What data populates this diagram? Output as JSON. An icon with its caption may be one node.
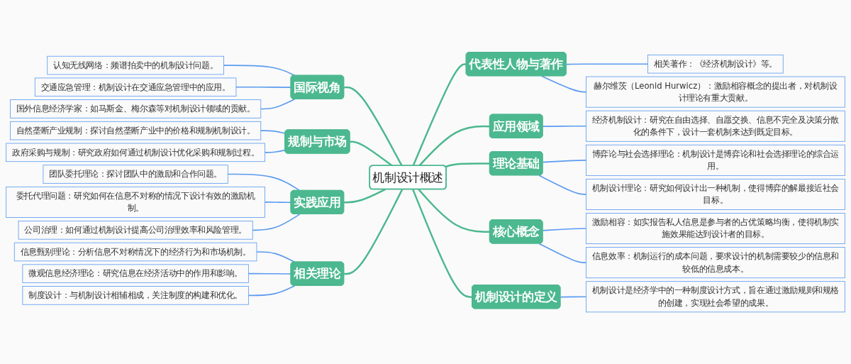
{
  "diagram": {
    "nodes": [
      {
        "text": [
          "机制设计概述"
        ]
      },
      {
        "text": [
          "国际视角"
        ]
      },
      {
        "text": [
          "认知无线网络：频谱拍卖中的机制设计问题。"
        ]
      },
      {
        "text": [
          "交通应急管理：机制设计在交通应急管理中的应用。"
        ]
      },
      {
        "text": [
          "国外信息经济学家：如马斯金、梅尔森等对机制设计领域的贡献。"
        ]
      },
      {
        "text": [
          "规制与市场"
        ]
      },
      {
        "text": [
          "自然垄断产业规制：探讨自然垄断产业中的价格和规制机制设计。"
        ]
      },
      {
        "text": [
          "政府采购与规制：研究政府如何通过机制设计优化采购和规制过程。"
        ]
      },
      {
        "text": [
          "实践应用"
        ]
      },
      {
        "text": [
          "团队委托理论：探讨团队中的激励和合作问题。"
        ]
      },
      {
        "text": [
          "委托代理问题：研究如何在信息不对称的情况下设计有效的激励机制。"
        ]
      },
      {
        "text": [
          "公司治理：如何通过机制设计提高公司治理效率和风险管理。"
        ]
      },
      {
        "text": [
          "相关理论"
        ]
      },
      {
        "text": [
          "信息甄别理论：分析信息不对称情况下的经济行为和市场机制。"
        ]
      },
      {
        "text": [
          "微观信息经济理论：研究信息在经济活动中的作用和影响。"
        ]
      },
      {
        "text": [
          "制度设计：与机制设计相辅相成，关注制度的构建和优化。"
        ]
      },
      {
        "text": [
          "代表性人物与著作"
        ]
      },
      {
        "text": [
          "相关著作：《经济机制设计》等。"
        ]
      },
      {
        "text": [
          "赫尔维茨（Leonid Hurwicz）：激励相容概念的提出者，对机制设计理论有重大贡献。"
        ]
      },
      {
        "text": [
          "应用领域"
        ]
      },
      {
        "text": [
          "经济机制设计：研究在自由选择、自愿交换、信息不完全及决策分散化的条件下，设计一套机制来达到既定目标。"
        ]
      },
      {
        "text": [
          "理论基础"
        ]
      },
      {
        "text": [
          "博弈论与社会选择理论：机制设计是博弈论和社会选择理论的综合运用。"
        ]
      },
      {
        "text": [
          "机制设计理论：研究如何设计出一种机制，使得博弈的解最接近社会目标。"
        ]
      },
      {
        "text": [
          "核心概念"
        ]
      },
      {
        "text": [
          "激励相容：如实报告私人信息是参与者的占优策略均衡，使得机制实施效果能达到设计者的目标。"
        ]
      },
      {
        "text": [
          "信息效率：机制运行的成本问题，要求设计的机制需要较少的信息和较低的信息成本。"
        ]
      },
      {
        "text": [
          "机制设计的定义"
        ]
      },
      {
        "text": [
          "机制设计是经济学中的一种制度设计方式，旨在通过激励规则和规格的创建，实现社会希望的成果。"
        ]
      }
    ],
    "edges": [
      {
        "from": 1,
        "to": 0,
        "arrow": "none",
        "color": "#4cb88f"
      },
      {
        "from": 2,
        "to": 1,
        "arrow": "none"
      },
      {
        "from": 3,
        "to": 1,
        "arrow": "none"
      },
      {
        "from": 4,
        "to": 1,
        "arrow": "none"
      },
      {
        "from": 5,
        "to": 0,
        "arrow": "none",
        "color": "#4cb88f"
      },
      {
        "from": 6,
        "to": 5,
        "arrow": "none"
      },
      {
        "from": 7,
        "to": 5,
        "arrow": "none"
      },
      {
        "from": 8,
        "to": 0,
        "arrow": "none",
        "color": "#4cb88f"
      },
      {
        "from": 9,
        "to": 8,
        "arrow": "none"
      },
      {
        "from": 10,
        "to": 8,
        "arrow": "none"
      },
      {
        "from": 11,
        "to": 8,
        "arrow": "none"
      },
      {
        "from": 12,
        "to": 0,
        "arrow": "none",
        "color": "#4cb88f"
      },
      {
        "from": 13,
        "to": 12,
        "arrow": "none"
      },
      {
        "from": 14,
        "to": 12,
        "arrow": "none"
      },
      {
        "from": 15,
        "to": 12,
        "arrow": "none"
      },
      {
        "from": 0,
        "to": 16,
        "arrow": "none",
        "color": "#4cb88f"
      },
      {
        "from": 16,
        "to": 17,
        "arrow": "none"
      },
      {
        "from": 16,
        "to": 18,
        "arrow": "none"
      },
      {
        "from": 0,
        "to": 19,
        "arrow": "none",
        "color": "#4cb88f"
      },
      {
        "from": 19,
        "to": 20,
        "arrow": "none"
      },
      {
        "from": 0,
        "to": 21,
        "arrow": "none",
        "color": "#4cb88f"
      },
      {
        "from": 21,
        "to": 22,
        "arrow": "none"
      },
      {
        "from": 21,
        "to": 23,
        "arrow": "none"
      },
      {
        "from": 0,
        "to": 24,
        "arrow": "none",
        "color": "#4cb88f"
      },
      {
        "from": 24,
        "to": 25,
        "arrow": "none"
      },
      {
        "from": 24,
        "to": 26,
        "arrow": "none"
      },
      {
        "from": 0,
        "to": 27,
        "arrow": "none",
        "color": "#4cb88f"
      },
      {
        "from": 27,
        "to": 28,
        "arrow": "none"
      }
    ]
  }
}
